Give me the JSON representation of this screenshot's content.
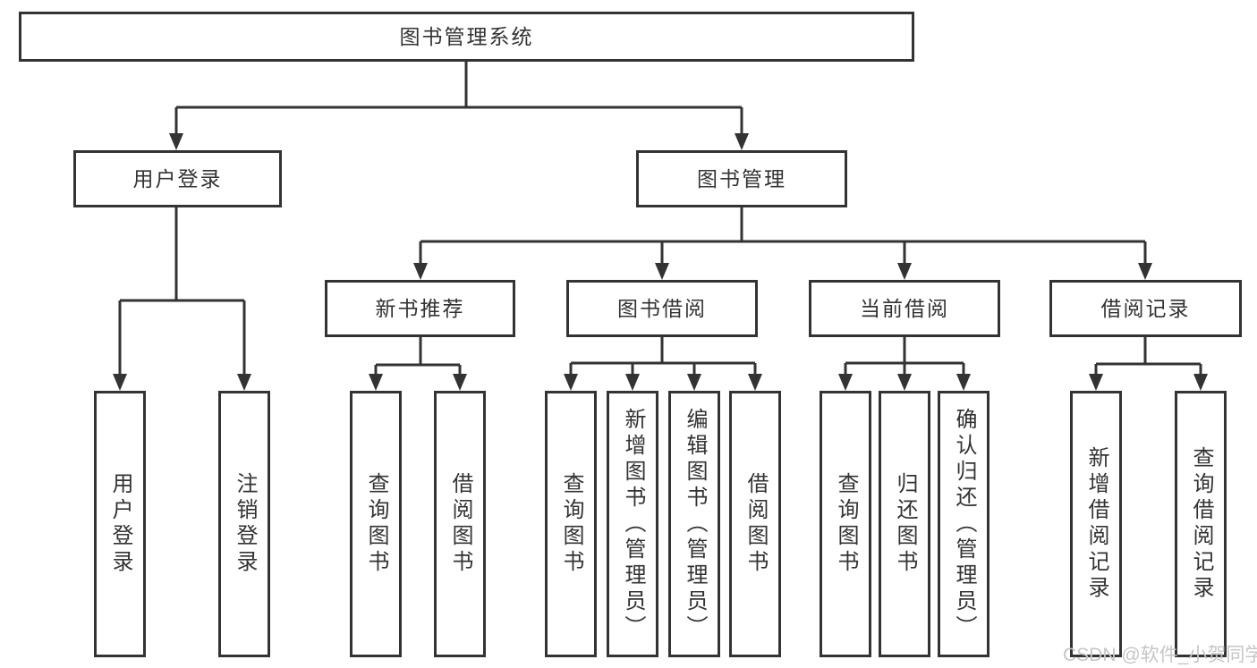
{
  "colors": {
    "line": "#333333",
    "text": "#333333",
    "background": "#ffffff",
    "watermark": "#c6c6c6"
  },
  "root": {
    "label": "图书管理系统"
  },
  "tree": [
    {
      "label": "用户登录",
      "children": [
        {
          "label": "用户登录"
        },
        {
          "label": "注销登录"
        }
      ]
    },
    {
      "label": "图书管理",
      "children": [
        {
          "label": "新书推荐",
          "children": [
            {
              "label": "查询图书"
            },
            {
              "label": "借阅图书"
            }
          ]
        },
        {
          "label": "图书借阅",
          "children": [
            {
              "label": "查询图书"
            },
            {
              "label": "新增图书（管理员）"
            },
            {
              "label": "编辑图书（管理员）"
            },
            {
              "label": "借阅图书"
            }
          ]
        },
        {
          "label": "当前借阅",
          "children": [
            {
              "label": "查询图书"
            },
            {
              "label": "归还图书"
            },
            {
              "label": "确认归还（管理员）"
            }
          ]
        },
        {
          "label": "借阅记录",
          "children": [
            {
              "label": "新增借阅记录"
            },
            {
              "label": "查询借阅记录"
            }
          ]
        }
      ]
    }
  ],
  "watermark": {
    "text": "CSDN @软件_小贺同学"
  }
}
